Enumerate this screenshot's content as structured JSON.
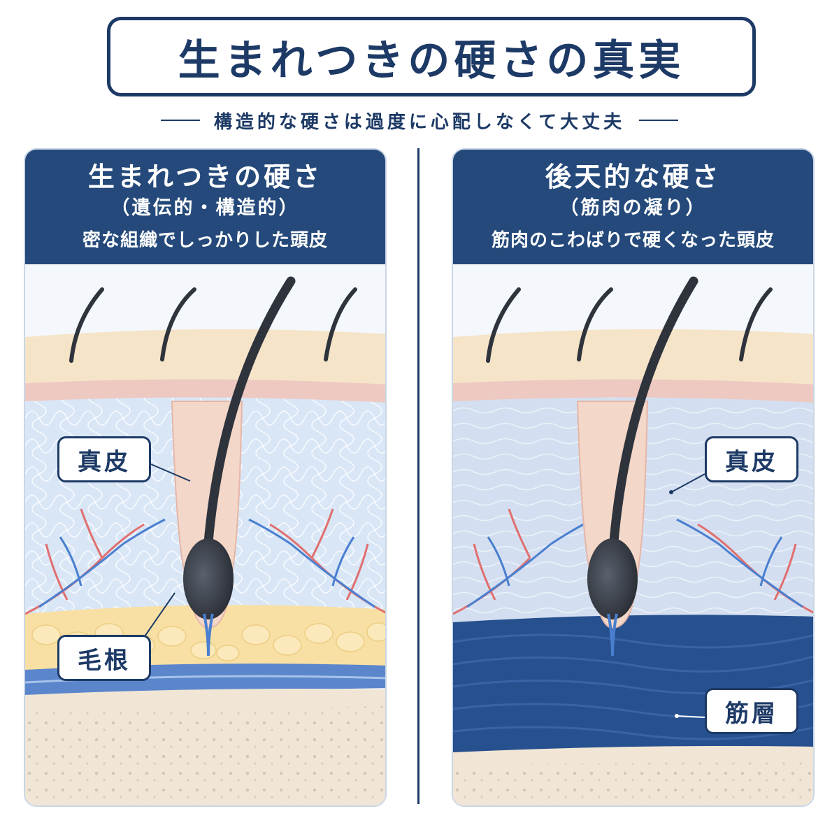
{
  "title": "生まれつきの硬さの真実",
  "subtitle": "構造的な硬さは過度に心配しなくて大丈夫",
  "left_panel": {
    "title": "生まれつきの硬さ",
    "subtitle": "（遺伝的・構造的）",
    "description": "密な組織でしっかりした頭皮",
    "labels": {
      "dermis": "真皮",
      "hair_root": "毛根"
    }
  },
  "right_panel": {
    "title": "後天的な硬さ",
    "subtitle": "（筋肉の凝り）",
    "description": "筋肉のこわばりで硬くなった頭皮",
    "labels": {
      "dermis": "真皮",
      "muscle": "筋層"
    }
  },
  "colors": {
    "navy": "#1d3a66",
    "header_blue": "#24497a",
    "epidermis": "#f6e4c8",
    "dermis": "#d9e6f6",
    "fat": "#f8e0a4",
    "muscle": "#27508f",
    "hair": "#2e333c",
    "artery": "#e06f6f",
    "vein": "#4a7fd0"
  }
}
